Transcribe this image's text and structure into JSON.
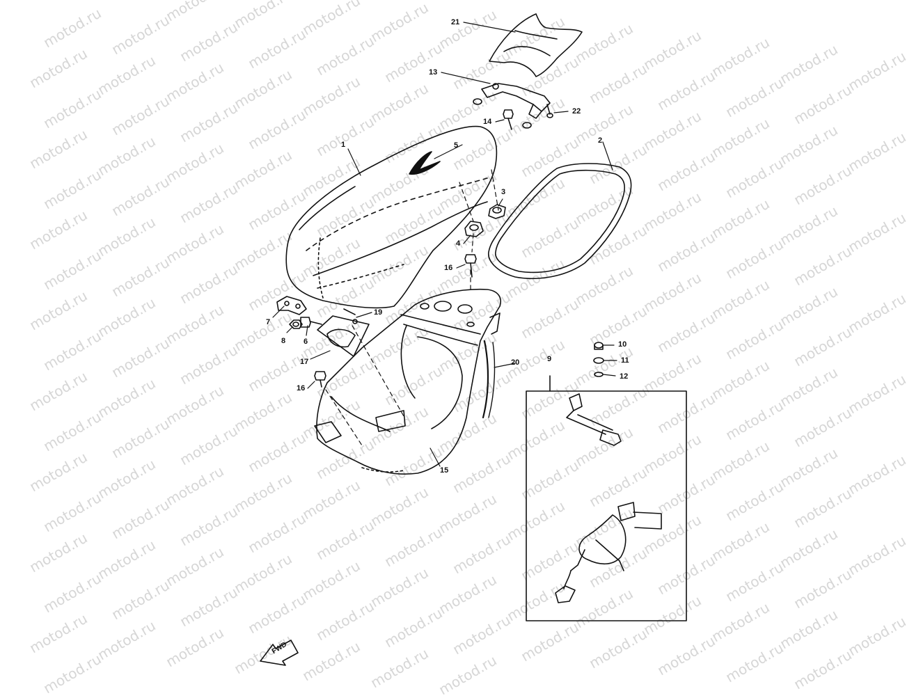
{
  "watermark": "motod.ru",
  "direction_label": "FWD",
  "callouts": {
    "c1": "1",
    "c2": "2",
    "c3": "3",
    "c4": "4",
    "c5": "5",
    "c6": "6",
    "c7": "7",
    "c8": "8",
    "c9": "9",
    "c10": "10",
    "c11": "11",
    "c12": "12",
    "c13": "13",
    "c14": "14",
    "c15": "15",
    "c16a": "16",
    "c16b": "16",
    "c17": "17",
    "c19": "19",
    "c20": "20",
    "c21": "21",
    "c22": "22"
  }
}
